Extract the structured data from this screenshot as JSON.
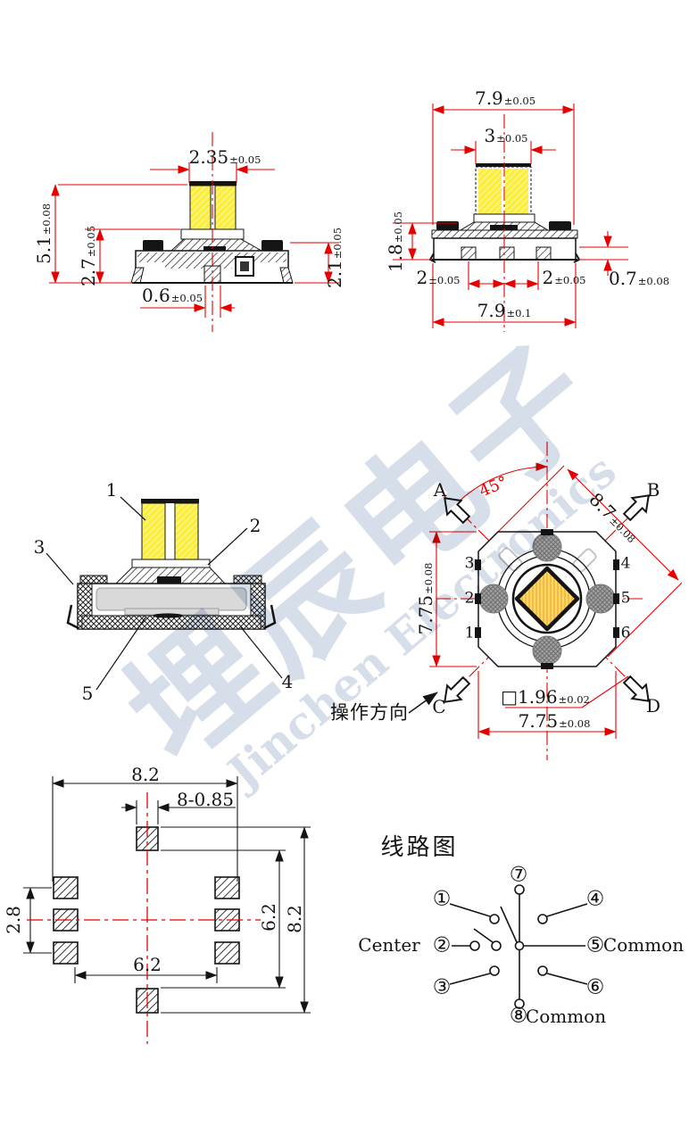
{
  "watermark": {
    "cn": "埋辰电子",
    "en": "Jinchen Electronics"
  },
  "colors": {
    "dimension_red": "#e60000",
    "part_yellow": "#fbee3f",
    "button_gold": "#ffd75e",
    "watermark_blue": "#d6deea",
    "line_black": "#1a1a1a"
  },
  "view_side_a": {
    "dim_top_width": {
      "v": "2.35",
      "t": "±0.05"
    },
    "dim_total_height": {
      "v": "5.1",
      "t": "±0.08"
    },
    "dim_body_height": {
      "v": "2.7",
      "t": "±0.05"
    },
    "dim_right_height": {
      "v": "2.1",
      "t": "±0.05"
    },
    "dim_pin_width": {
      "v": "0.6",
      "t": "±0.05"
    }
  },
  "view_side_b": {
    "dim_top_width": {
      "v": "7.9",
      "t": "±0.05"
    },
    "dim_stem_width": {
      "v": "3",
      "t": "±0.05"
    },
    "dim_flange_height": {
      "v": "1.8",
      "t": "±0.05"
    },
    "dim_pitch_left": {
      "v": "2",
      "t": "±0.05"
    },
    "dim_pitch_right": {
      "v": "2",
      "t": "±0.05"
    },
    "dim_foot_height": {
      "v": "0.7",
      "t": "±0.08"
    },
    "dim_bottom_width": {
      "v": "7.9",
      "t": "±0.1"
    }
  },
  "view_section": {
    "callout_1": "1",
    "callout_2": "2",
    "callout_3": "3",
    "callout_4": "4",
    "callout_5": "5"
  },
  "view_top": {
    "arrow_a": "A",
    "arrow_b": "B",
    "arrow_c": "C",
    "arrow_d": "D",
    "angle": "45°",
    "dim_diagonal": {
      "v": "8.7",
      "t": "±0.08"
    },
    "dim_height": {
      "v": "7.75",
      "t": "±0.08"
    },
    "dim_square": {
      "v": "□1.96",
      "t": "±0.02"
    },
    "dim_width": {
      "v": "7.75",
      "t": "±0.08"
    },
    "pin_1": "1",
    "pin_2": "2",
    "pin_3": "3",
    "pin_4": "4",
    "pin_5": "5",
    "pin_6": "6",
    "operation_label": "操作方向"
  },
  "view_pcb": {
    "dim_overall_width": "8.2",
    "dim_pad_size": "8-0.85",
    "dim_pad_pitch": "2.8",
    "dim_inner_width": "6.2",
    "dim_inner_height": "6.2",
    "dim_overall_height": "8.2"
  },
  "view_circuit": {
    "title": "线路图",
    "pin_1": "①",
    "pin_2": "②",
    "pin_3": "③",
    "pin_4": "④",
    "pin_5": "⑤",
    "pin_6": "⑥",
    "pin_7": "⑦",
    "pin_8": "⑧",
    "label_center": "Center",
    "label_common_right": "Common",
    "label_common_bottom": "Common"
  }
}
